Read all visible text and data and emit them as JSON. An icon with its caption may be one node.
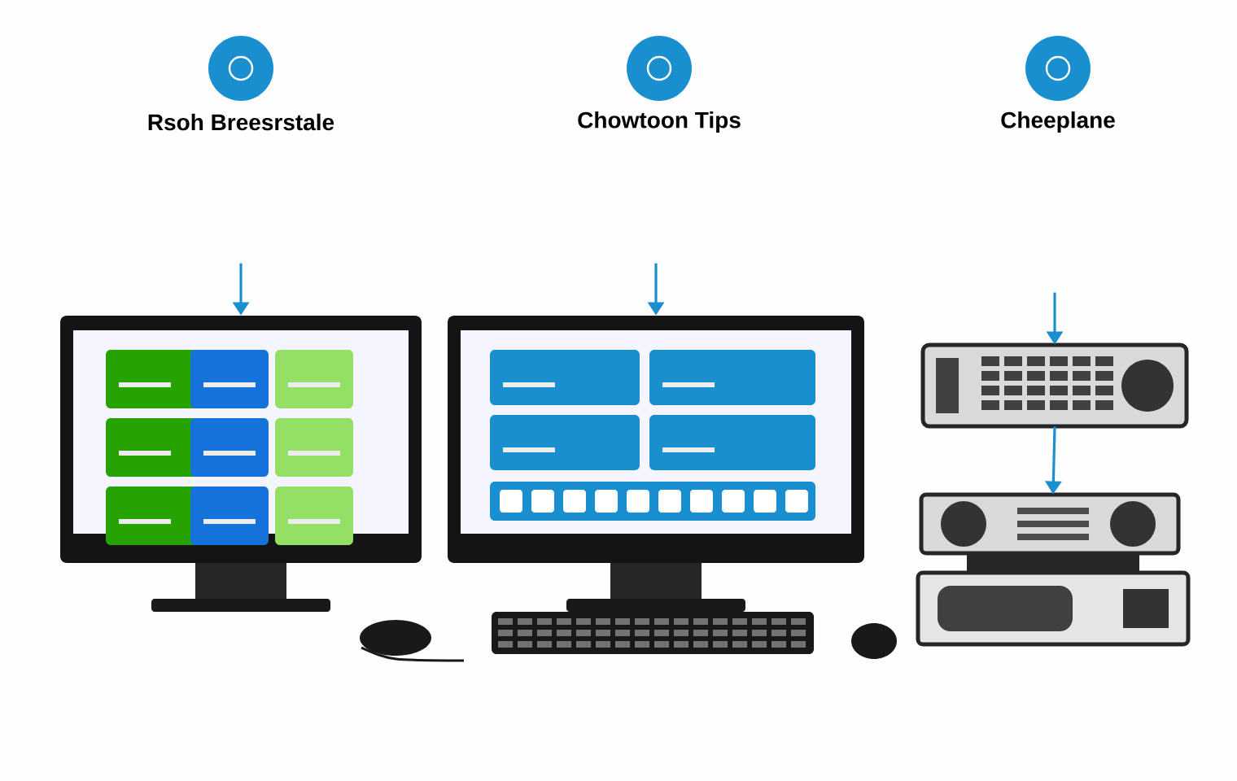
{
  "diagram": {
    "nodes": [
      {
        "text": [
          "Rsoh Breesrstale"
        ]
      },
      {
        "text": [
          "Chowtoon Tips"
        ]
      },
      {
        "text": [
          "Cheeplane"
        ]
      },
      {
        "text": [],
        "shape": "picture"
      },
      {
        "text": [],
        "shape": "picture"
      },
      {
        "text": [],
        "shape": "picture"
      },
      {
        "text": [],
        "shape": "picture"
      }
    ],
    "edges": [
      {
        "from": null,
        "to": 3,
        "arrow": "to"
      },
      {
        "from": null,
        "to": 4,
        "arrow": "to"
      },
      {
        "from": null,
        "to": 5,
        "arrow": "to"
      },
      {
        "from": 5,
        "to": 6,
        "arrow": "to"
      }
    ]
  }
}
